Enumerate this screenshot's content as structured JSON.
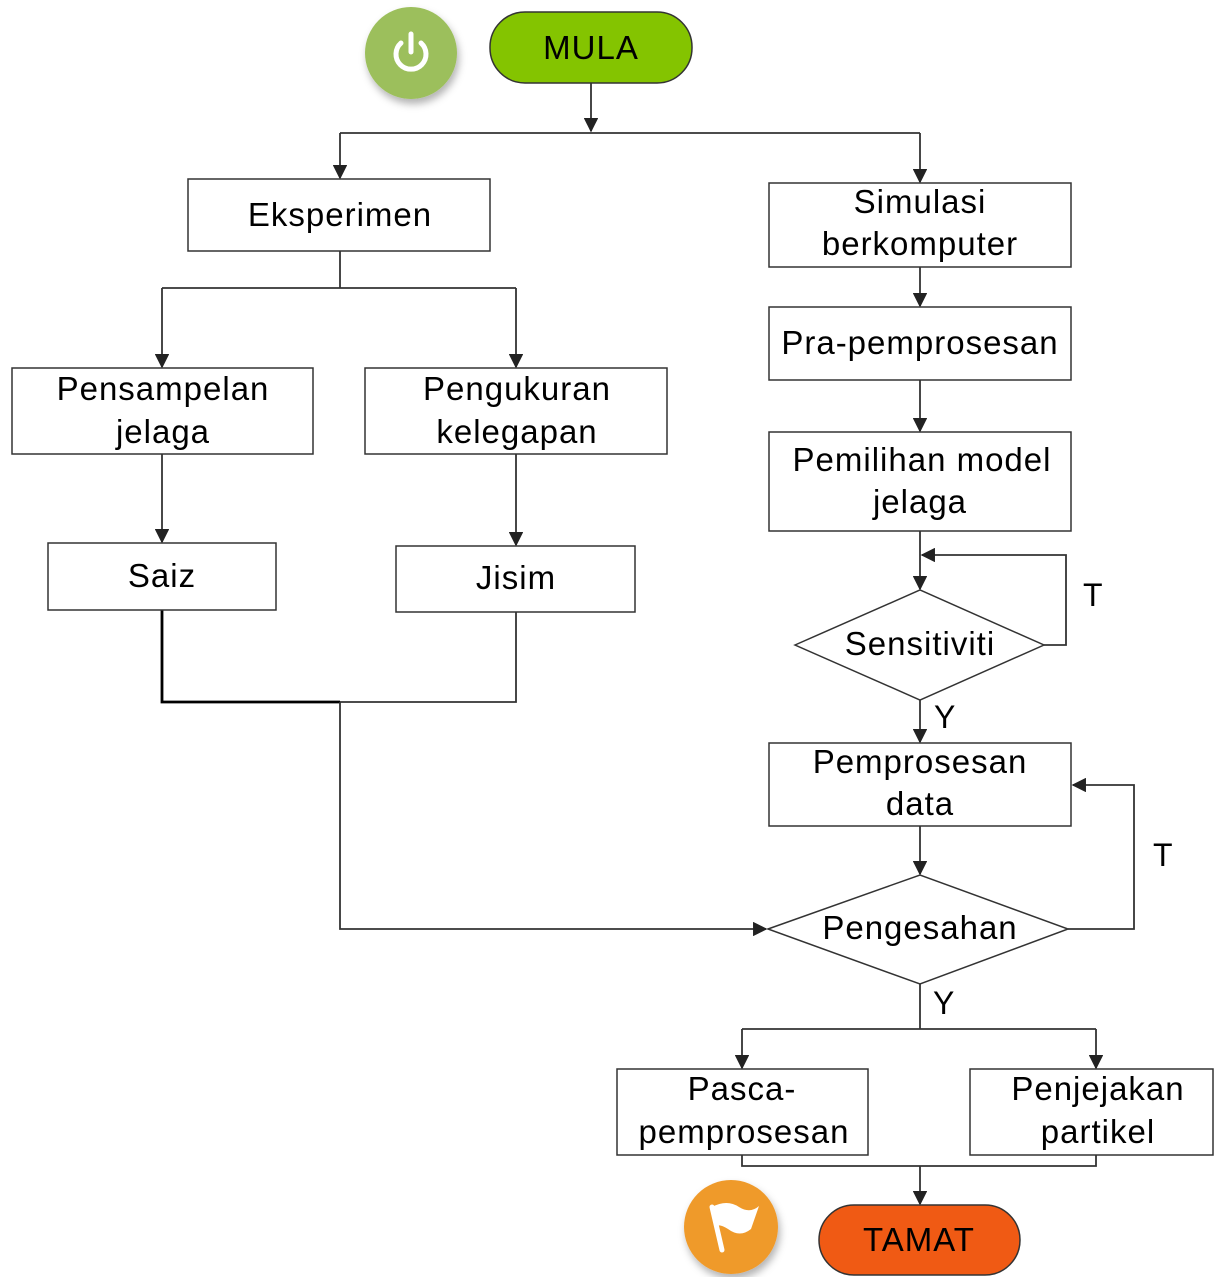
{
  "nodes": {
    "mula": "MULA",
    "tamat": "TAMAT",
    "eksperimen": "Eksperimen",
    "simulasi": [
      "Simulasi",
      "berkomputer"
    ],
    "pra": "Pra-pemprosesan",
    "pemilihan": [
      "Pemilihan model",
      "jelaga"
    ],
    "pensampelan": [
      "Pensampelan",
      "jelaga"
    ],
    "pengukuran": [
      "Pengukuran",
      "kelegapan"
    ],
    "saiz": "Saiz",
    "jisim": "Jisim",
    "sensitiviti": "Sensitiviti",
    "pemprosesan": [
      "Pemprosesan",
      "data"
    ],
    "pengesahan": "Pengesahan",
    "pasca": [
      "Pasca-",
      "pemprosesan"
    ],
    "penjejakan": [
      "Penjejakan",
      "partikel"
    ]
  },
  "edge_labels": {
    "sensitiviti_no": "T",
    "sensitiviti_yes": "Y",
    "pengesahan_no": "T",
    "pengesahan_yes": "Y"
  },
  "icons": {
    "start": "power-icon",
    "end": "flag-icon"
  },
  "colors": {
    "start_fill": "#84c400",
    "start_icon_bg": "#9cbf5c",
    "end_fill": "#f05a14",
    "end_icon_bg": "#ef9a2c"
  }
}
